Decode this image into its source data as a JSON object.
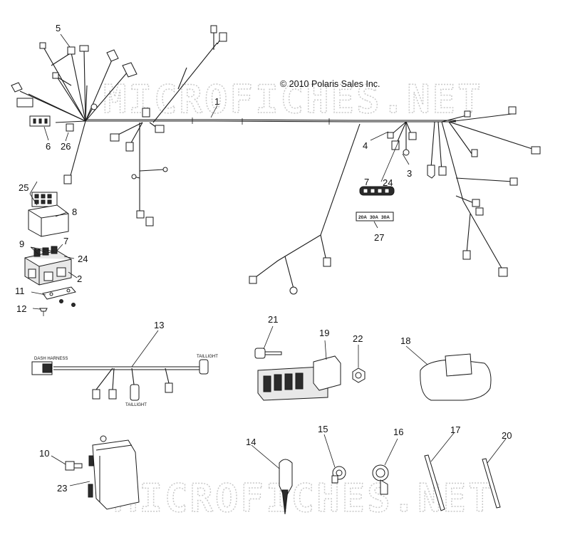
{
  "copyright": "© 2010 Polaris Sales Inc.",
  "watermark": "MICROFICHES.NET",
  "fuse_ratings": [
    "20A",
    "30A",
    "30A"
  ],
  "harness_tags": {
    "left": "DASH HARNESS",
    "right": "TAILLIGHT",
    "middle": "TAILLIGHT"
  },
  "callouts": [
    {
      "id": "c1",
      "label": "1"
    },
    {
      "id": "c2",
      "label": "2"
    },
    {
      "id": "c3",
      "label": "3"
    },
    {
      "id": "c4",
      "label": "4"
    },
    {
      "id": "c5",
      "label": "5"
    },
    {
      "id": "c6",
      "label": "6"
    },
    {
      "id": "c7a",
      "label": "7"
    },
    {
      "id": "c7b",
      "label": "7"
    },
    {
      "id": "c8",
      "label": "8"
    },
    {
      "id": "c9",
      "label": "9"
    },
    {
      "id": "c10",
      "label": "10"
    },
    {
      "id": "c11",
      "label": "11"
    },
    {
      "id": "c12",
      "label": "12"
    },
    {
      "id": "c13",
      "label": "13"
    },
    {
      "id": "c14",
      "label": "14"
    },
    {
      "id": "c15",
      "label": "15"
    },
    {
      "id": "c16",
      "label": "16"
    },
    {
      "id": "c17",
      "label": "17"
    },
    {
      "id": "c18",
      "label": "18"
    },
    {
      "id": "c19",
      "label": "19"
    },
    {
      "id": "c20",
      "label": "20"
    },
    {
      "id": "c21",
      "label": "21"
    },
    {
      "id": "c22",
      "label": "22"
    },
    {
      "id": "c23",
      "label": "23"
    },
    {
      "id": "c24a",
      "label": "24"
    },
    {
      "id": "c24b",
      "label": "24"
    },
    {
      "id": "c25",
      "label": "25"
    },
    {
      "id": "c26",
      "label": "26"
    },
    {
      "id": "c27",
      "label": "27"
    }
  ]
}
